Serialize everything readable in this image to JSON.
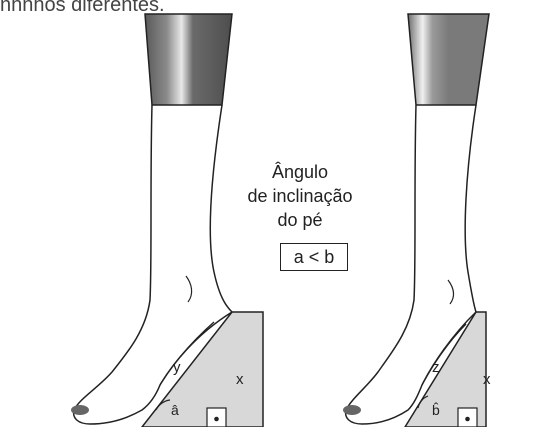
{
  "header_fragment": "nhnhos diferentes.",
  "center_text": {
    "line1": "Ângulo",
    "line2": "de inclinação",
    "line3": "do pé",
    "inequality": "a < b"
  },
  "left_figure": {
    "slope_label": "y",
    "height_label": "x",
    "angle_label": "â"
  },
  "right_figure": {
    "slope_label": "z",
    "height_label": "x",
    "angle_label": "b̂"
  },
  "colors": {
    "stroke": "#222222",
    "wedge_fill": "#d8d8d8",
    "pant_dark": "#555555",
    "pant_mid": "#7a7a7a",
    "pant_highlight": "#dcdcdc",
    "toe_nail": "#666666"
  }
}
